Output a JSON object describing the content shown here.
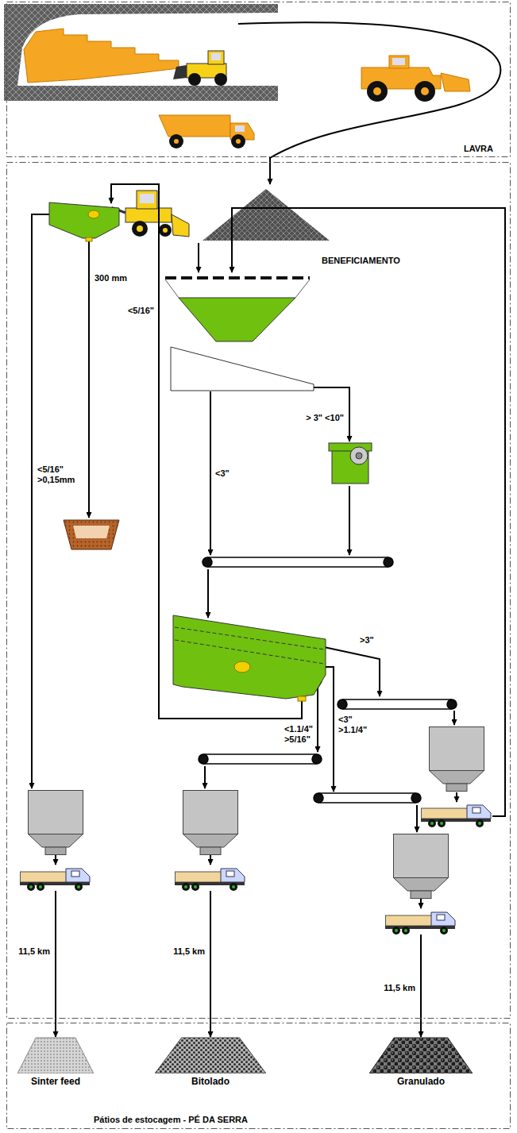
{
  "diagram": {
    "nodes": [
      {
        "text": [
          "LAVRA"
        ]
      },
      {
        "text": [
          "BENEFICIAMENTO"
        ]
      },
      {
        "text": [
          "Pátios de estocagem - PÉ DA SERRA"
        ]
      },
      {
        "text": [
          "Sinter feed"
        ],
        "in": 2
      },
      {
        "text": [
          "Bitolado"
        ],
        "in": 2
      },
      {
        "text": [
          "Granulado"
        ],
        "in": 2
      }
    ],
    "edges": [
      {
        "from": 0,
        "to": 1,
        "arrow": "to"
      },
      {
        "from": 1,
        "to": 3,
        "label": "11,5 km",
        "arrow": "to"
      },
      {
        "from": 1,
        "to": 4,
        "label": "11,5 km",
        "arrow": "to"
      },
      {
        "from": 1,
        "to": 5,
        "label": "11,5 km",
        "arrow": "to"
      }
    ],
    "labels": [
      "300 mm",
      "> 3\" <10\"",
      "<3\"",
      "<5/16\"",
      ">3\"",
      "<5/16\" >0,15mm",
      "<1.1/4\" >5/16\"",
      "<3\" >1.1/4\""
    ]
  }
}
